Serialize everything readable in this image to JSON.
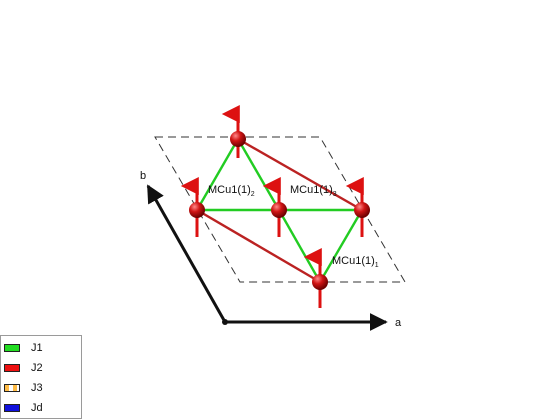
{
  "axes": {
    "a_label": "a",
    "b_label": "b"
  },
  "atoms": [
    {
      "label": "MCu1(1)",
      "sub": "2"
    },
    {
      "label": "MCu1(1)",
      "sub": "3"
    },
    {
      "label": "MCu1(1)",
      "sub": "1"
    }
  ],
  "legend": [
    {
      "label": "J1",
      "color": "#22dd22"
    },
    {
      "label": "J2",
      "color": "#ee1111"
    },
    {
      "label": "J3",
      "color": "#ffbb44"
    },
    {
      "label": "Jd",
      "color": "#1111dd"
    }
  ],
  "colors": {
    "atom": "#cc1111",
    "spin_arrow": "#dd1111",
    "bond_j1": "#22cc22",
    "bond_j2": "#bb2222",
    "axis": "#111111",
    "cell_outline": "#333333"
  }
}
